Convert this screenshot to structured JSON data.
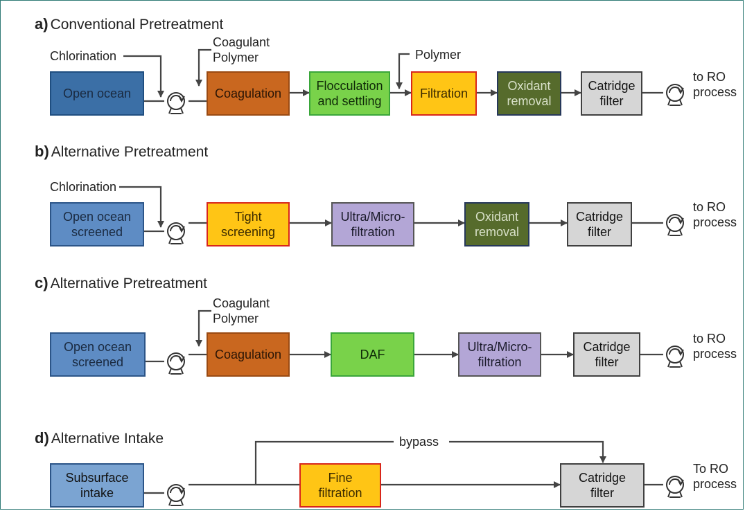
{
  "sections": {
    "a": {
      "letter": "a)",
      "title": "Conventional Pretreatment",
      "labels": {
        "chlorination": "Chlorination",
        "coagulant_polymer": "Coagulant\nPolymer",
        "polymer": "Polymer",
        "to_ro": "to RO\nprocess"
      },
      "boxes": [
        {
          "label": "Open ocean",
          "fill": "#3b6fa6",
          "border": "#1f4e80",
          "text": "#1a2a40"
        },
        {
          "label": "Coagulation",
          "fill": "#c9671f",
          "border": "#9a4a12",
          "text": "#2a1505"
        },
        {
          "label": "Flocculation\nand settling",
          "fill": "#79d24a",
          "border": "#3aa63a",
          "text": "#0f2a08"
        },
        {
          "label": "Filtration",
          "fill": "#ffc515",
          "border": "#d8261b",
          "text": "#3a2a00"
        },
        {
          "label": "Oxidant\nremoval",
          "fill": "#566b2c",
          "border": "#26385a",
          "text": "#d8e0c8"
        },
        {
          "label": "Catridge\nfilter",
          "fill": "#d6d6d6",
          "border": "#404040",
          "text": "#111111"
        }
      ]
    },
    "b": {
      "letter": "b)",
      "title": "Alternative Pretreatment",
      "labels": {
        "chlorination": "Chlorination",
        "to_ro": "to RO\nprocess"
      },
      "boxes": [
        {
          "label": "Open ocean\nscreened",
          "fill": "#5e8cc4",
          "border": "#2c5588",
          "text": "#1a2a40"
        },
        {
          "label": "Tight\nscreening",
          "fill": "#ffc515",
          "border": "#d8261b",
          "text": "#3a2a00"
        },
        {
          "label": "Ultra/Micro-\nfiltration",
          "fill": "#b3a6d6",
          "border": "#555555",
          "text": "#1a1a2a"
        },
        {
          "label": "Oxidant\nremoval",
          "fill": "#566b2c",
          "border": "#26385a",
          "text": "#d8e0c8"
        },
        {
          "label": "Catridge\nfilter",
          "fill": "#d6d6d6",
          "border": "#404040",
          "text": "#111111"
        }
      ]
    },
    "c": {
      "letter": "c)",
      "title": "Alternative Pretreatment",
      "labels": {
        "coagulant_polymer": "Coagulant\nPolymer",
        "to_ro": "to RO\nprocess"
      },
      "boxes": [
        {
          "label": "Open ocean\nscreened",
          "fill": "#5e8cc4",
          "border": "#2c5588",
          "text": "#1a2a40"
        },
        {
          "label": "Coagulation",
          "fill": "#c9671f",
          "border": "#9a4a12",
          "text": "#2a1505"
        },
        {
          "label": "DAF",
          "fill": "#79d24a",
          "border": "#3aa63a",
          "text": "#0f2a08"
        },
        {
          "label": "Ultra/Micro-\nfiltration",
          "fill": "#b3a6d6",
          "border": "#555555",
          "text": "#1a1a2a"
        },
        {
          "label": "Catridge\nfilter",
          "fill": "#d6d6d6",
          "border": "#404040",
          "text": "#111111"
        }
      ]
    },
    "d": {
      "letter": "d)",
      "title": "Alternative Intake",
      "labels": {
        "bypass": "bypass",
        "to_ro": "To RO\nprocess"
      },
      "boxes": [
        {
          "label": "Subsurface\nintake",
          "fill": "#7ba4d2",
          "border": "#2c5588",
          "text": "#111111"
        },
        {
          "label": "Fine\nfiltration",
          "fill": "#ffc515",
          "border": "#d8261b",
          "text": "#3a2a00"
        },
        {
          "label": "Catridge\nfilter",
          "fill": "#d6d6d6",
          "border": "#404040",
          "text": "#111111"
        }
      ]
    }
  },
  "colors": {
    "line": "#444444",
    "frame": "#2f7a75"
  },
  "icons": {
    "pump": "pump-icon"
  }
}
